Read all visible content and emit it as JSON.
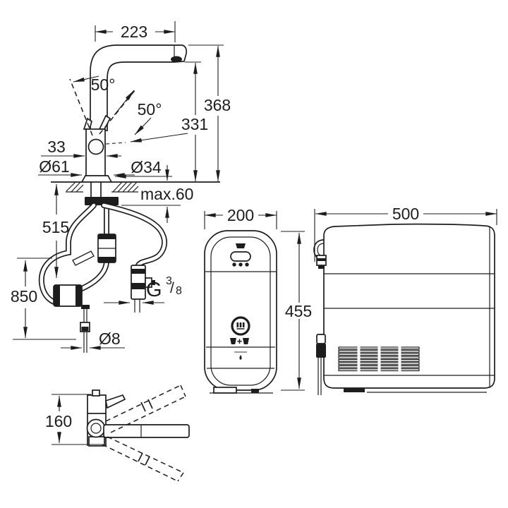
{
  "colors": {
    "background": "#ffffff",
    "line": "#1d1d1d"
  },
  "faucet_side_view": {
    "dims": {
      "spout_reach": "223",
      "height_total": "368",
      "height_outlet": "331",
      "swivel_upper": "50°",
      "swivel_lower": "50°",
      "handle_width": "33",
      "base_diameter": "Ø61",
      "shank_diameter": "Ø34",
      "deck_max": "max.60",
      "hose_a": "515",
      "hose_b": "850",
      "thread_g": "G",
      "thread_numerator": "3",
      "thread_slash": "/",
      "thread_denominator": "8",
      "pipe_diameter": "Ø8"
    }
  },
  "filter_front_view": {
    "dims": {
      "width": "200",
      "height": "455"
    },
    "icons": [
      "spout-icon",
      "dispense-pill-icon",
      "status-led-dots",
      "filter-ring-icon",
      "two-cups-icon",
      "water-drop-icon"
    ]
  },
  "filter_side_view": {
    "dims": {
      "depth": "500"
    },
    "icons": [
      "hose-fitting-icon",
      "power-plug-icon",
      "vent-grille"
    ]
  },
  "faucet_top_view": {
    "dims": {
      "body_height": "160"
    }
  }
}
